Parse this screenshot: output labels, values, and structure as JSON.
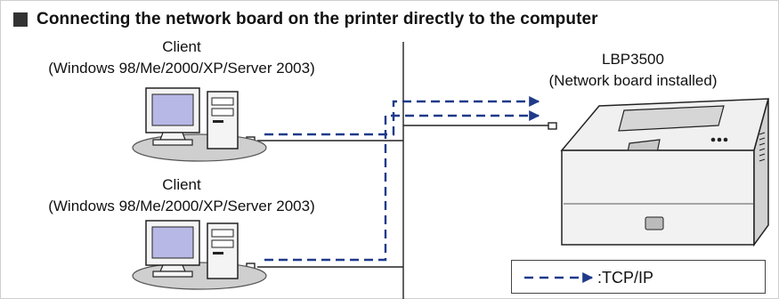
{
  "title": "Connecting the network board on the printer directly to the computer",
  "clients": [
    {
      "name": "Client",
      "os": "(Windows 98/Me/2000/XP/Server 2003)"
    },
    {
      "name": "Client",
      "os": "(Windows 98/Me/2000/XP/Server 2003)"
    }
  ],
  "printer": {
    "name": "LBP3500",
    "note": "(Network board installed)"
  },
  "legend": {
    "label": ":TCP/IP"
  },
  "colors": {
    "tcpip_line": "#1f3a8a",
    "cable": "#222222",
    "pad": "#cfcfcf"
  },
  "icons": [
    "desktop-computer-icon",
    "laser-printer-icon"
  ]
}
